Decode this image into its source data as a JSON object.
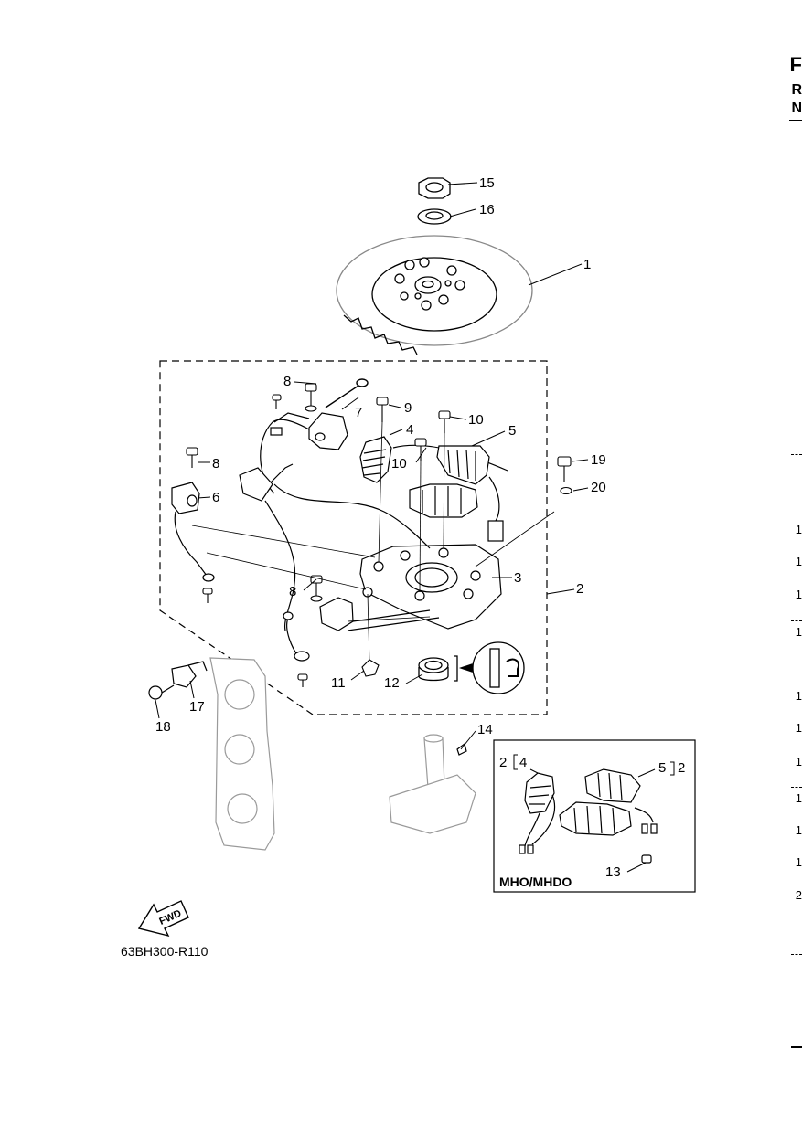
{
  "callouts": {
    "c1": "1",
    "c2": "2",
    "c3": "3",
    "c4": "4",
    "c5": "5",
    "c6": "6",
    "c7": "7",
    "c8a": "8",
    "c8b": "8",
    "c8c": "8",
    "c9": "9",
    "c10a": "10",
    "c10b": "10",
    "c11": "11",
    "c12": "12",
    "c13": "13",
    "c14": "14",
    "c15": "15",
    "c16": "16",
    "c17": "17",
    "c18": "18",
    "c19": "19",
    "c20": "20"
  },
  "inset": {
    "label": "MHO/MHDO",
    "ref_left_num": "2",
    "ref_left_item": "4",
    "ref_right_item": "5",
    "ref_right_num": "2"
  },
  "fwd_label": "FWD",
  "diagram_code": "63BH300-R110",
  "edge": {
    "h1": "F",
    "h2": "R",
    "h3": "N",
    "nums": [
      "1",
      "1",
      "1",
      "1",
      "1",
      "1",
      "1",
      "1",
      "1",
      "1",
      "2"
    ]
  },
  "colors": {
    "line": "#000000",
    "ghost": "#9a9a9a",
    "fill": "#ffffff"
  }
}
